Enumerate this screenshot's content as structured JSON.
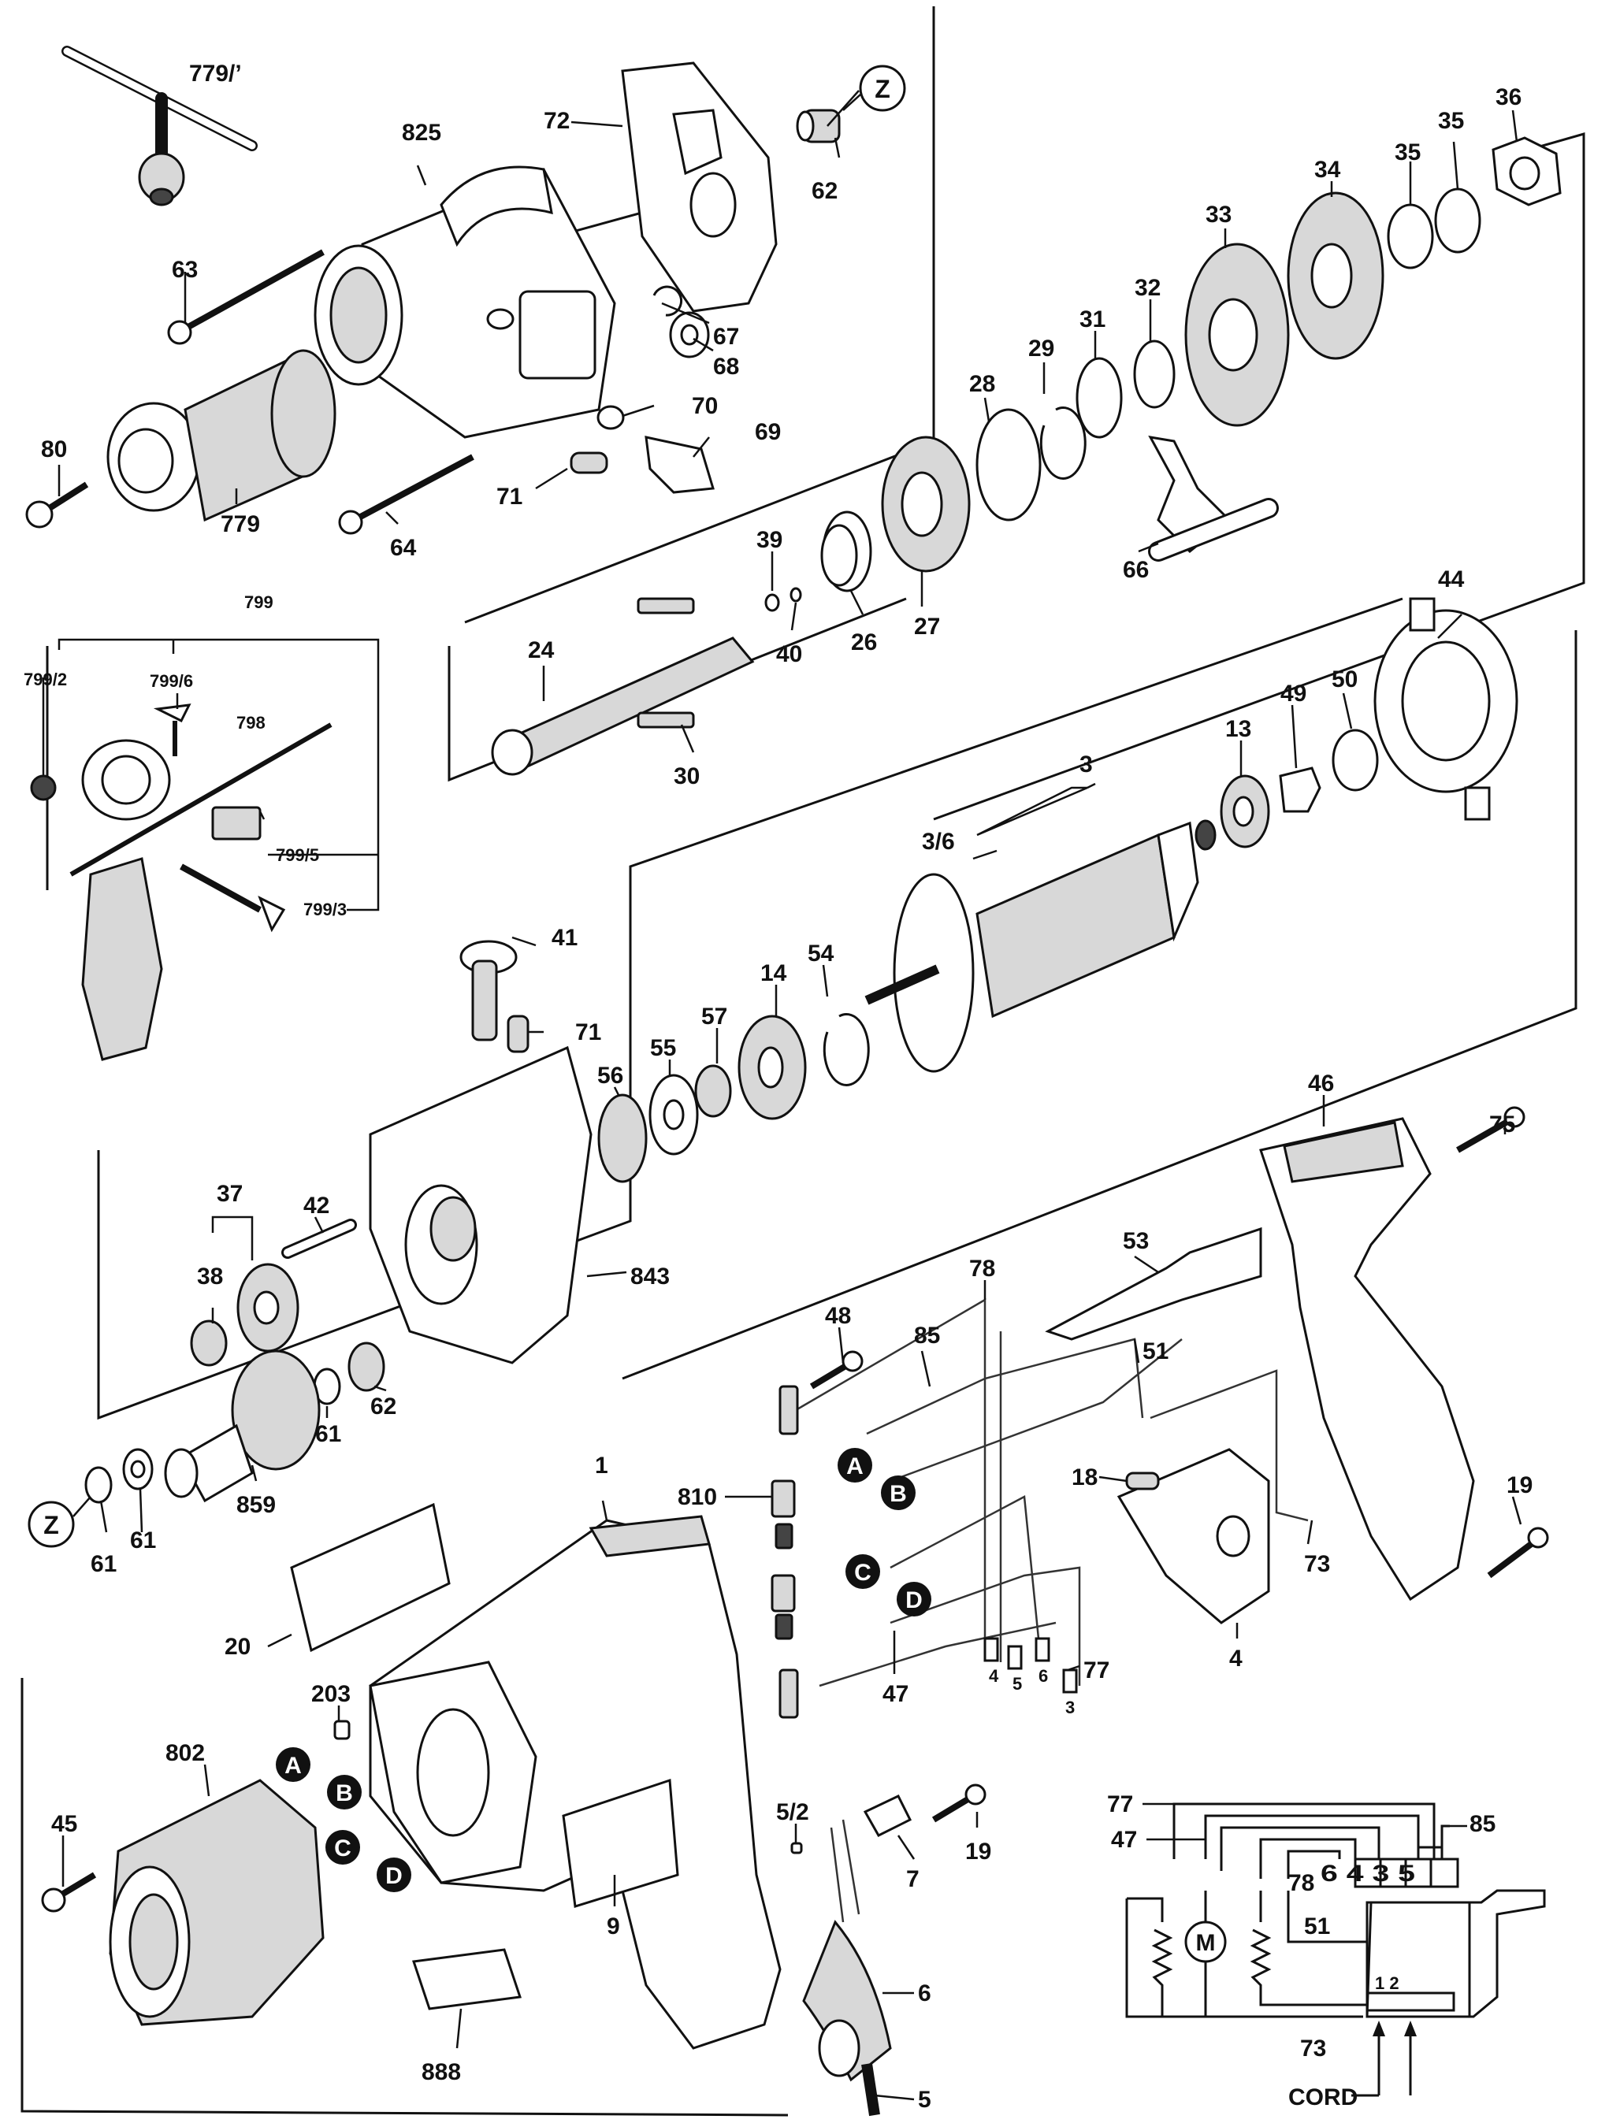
{
  "labels": {
    "l779s": "779/’",
    "l825": "825",
    "l72": "72",
    "l62a": "62",
    "l63": "63",
    "l67": "67",
    "l68": "68",
    "l70": "70",
    "l69": "69",
    "l80": "80",
    "l779": "779",
    "l71a": "71",
    "l64": "64",
    "l36": "36",
    "l35a": "35",
    "l35b": "35",
    "l34": "34",
    "l33": "33",
    "l32": "32",
    "l31": "31",
    "l29": "29",
    "l28": "28",
    "l66": "66",
    "l39": "39",
    "l40": "40",
    "l26": "26",
    "l27": "27",
    "l24": "24",
    "l30": "30",
    "l799": "799",
    "l7992": "799/2",
    "l7996": "799/6",
    "l798": "798",
    "l7995": "799/5",
    "l7993": "799/3",
    "l44": "44",
    "l50": "50",
    "l49": "49",
    "l13": "13",
    "l3": "3",
    "l36b": "3/6",
    "l41": "41",
    "l71b": "71",
    "l54": "54",
    "l14": "14",
    "l57": "57",
    "l55": "55",
    "l56": "56",
    "l37": "37",
    "l42": "42",
    "l38": "38",
    "l843": "843",
    "l61a": "61",
    "l62b": "62",
    "l859": "859",
    "l61b": "61",
    "l61c": "61",
    "l75": "75",
    "l46": "46",
    "l53": "53",
    "l78": "78",
    "l48": "48",
    "l85": "85",
    "l51": "51",
    "l1": "1",
    "l810": "810",
    "l18": "18",
    "l19a": "19",
    "l73": "73",
    "l20": "20",
    "l203": "203",
    "l47": "47",
    "l77": "77",
    "l4": "4",
    "l802": "802",
    "l45": "45",
    "l52": "5/2",
    "l19b": "19",
    "l7": "7",
    "l9": "9",
    "l6": "6",
    "l888": "888",
    "l5": "5",
    "w4": "4",
    "w5": "5",
    "w6": "6",
    "w3": "3"
  },
  "badges": [
    "A",
    "B",
    "C",
    "D"
  ],
  "connector_marker": "Z",
  "schematic": {
    "label_77": "77",
    "label_85": "85",
    "label_47": "47",
    "label_78": "78",
    "label_51": "51",
    "label_73": "73",
    "terminals": "6 4 3 5",
    "switch_positions": "1 2",
    "motor": "M",
    "cord": "CORD"
  }
}
